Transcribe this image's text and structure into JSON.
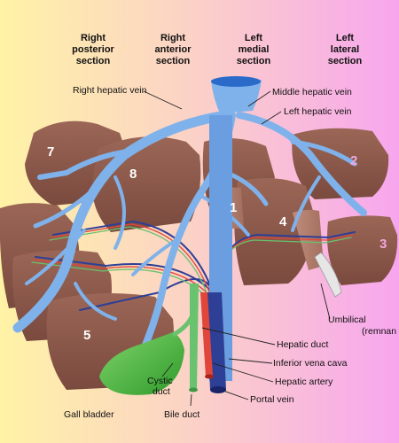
{
  "sections": [
    {
      "lines": [
        "Right",
        "posterior",
        "section"
      ]
    },
    {
      "lines": [
        "Right",
        "anterior",
        "section"
      ]
    },
    {
      "lines": [
        "Left",
        "medial",
        "section"
      ]
    },
    {
      "lines": [
        "Left",
        "lateral",
        "section"
      ]
    }
  ],
  "labels": {
    "right_hepatic_vein": "Right hepatic vein",
    "middle_hepatic_vein": "Middle hepatic vein",
    "left_hepatic_vein": "Left hepatic vein",
    "umbilical_line1": "Umbilical",
    "umbilical_line2": "(remnan",
    "hepatic_duct": "Hepatic duct",
    "inferior_vena_cava": "Inferior vena cava",
    "hepatic_artery": "Hepatic artery",
    "portal_vein": "Portal vein",
    "cystic_line1": "Cystic",
    "cystic_line2": "duct",
    "gall_bladder": "Gall bladder",
    "bile_duct": "Bile duct"
  },
  "segments": {
    "s1": "1",
    "s2": "2",
    "s3": "3",
    "s4": "4",
    "s5": "5",
    "s7": "7",
    "s8": "8"
  },
  "colors": {
    "background_left": "#fff3a6",
    "background_right": "#f7a6ee",
    "liver": "#8e5a4c",
    "liver_cut": "#b27c6c",
    "hepatic_vein": "#7fb2ea",
    "portal_vein": "#2e3f96",
    "hepatic_artery": "#e0463a",
    "bile_duct": "#69c26e",
    "gall_bladder": "#3fae3a"
  }
}
